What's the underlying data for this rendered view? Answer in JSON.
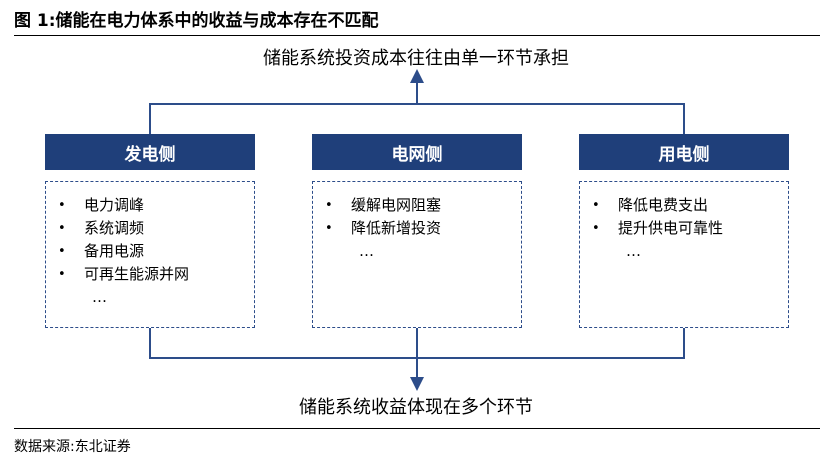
{
  "figure": {
    "title": "图 1:储能在电力体系中的收益与成本存在不匹配",
    "top_text": "储能系统投资成本往往由单一环节承担",
    "bottom_text": "储能系统收益体现在多个环节",
    "source": "数据来源:东北证券"
  },
  "columns": [
    {
      "header": "发电侧",
      "items": [
        "电力调峰",
        "系统调频",
        "备用电源",
        "可再生能源并网"
      ],
      "ellipsis": "…"
    },
    {
      "header": "电网侧",
      "items": [
        "缓解电网阻塞",
        "降低新增投资"
      ],
      "ellipsis": "…"
    },
    {
      "header": "用电侧",
      "items": [
        "降低电费支出",
        "提升供电可靠性"
      ],
      "ellipsis": "…"
    }
  ],
  "colors": {
    "header_bg": "#1f3f7a",
    "connector": "#2d4d8a"
  }
}
